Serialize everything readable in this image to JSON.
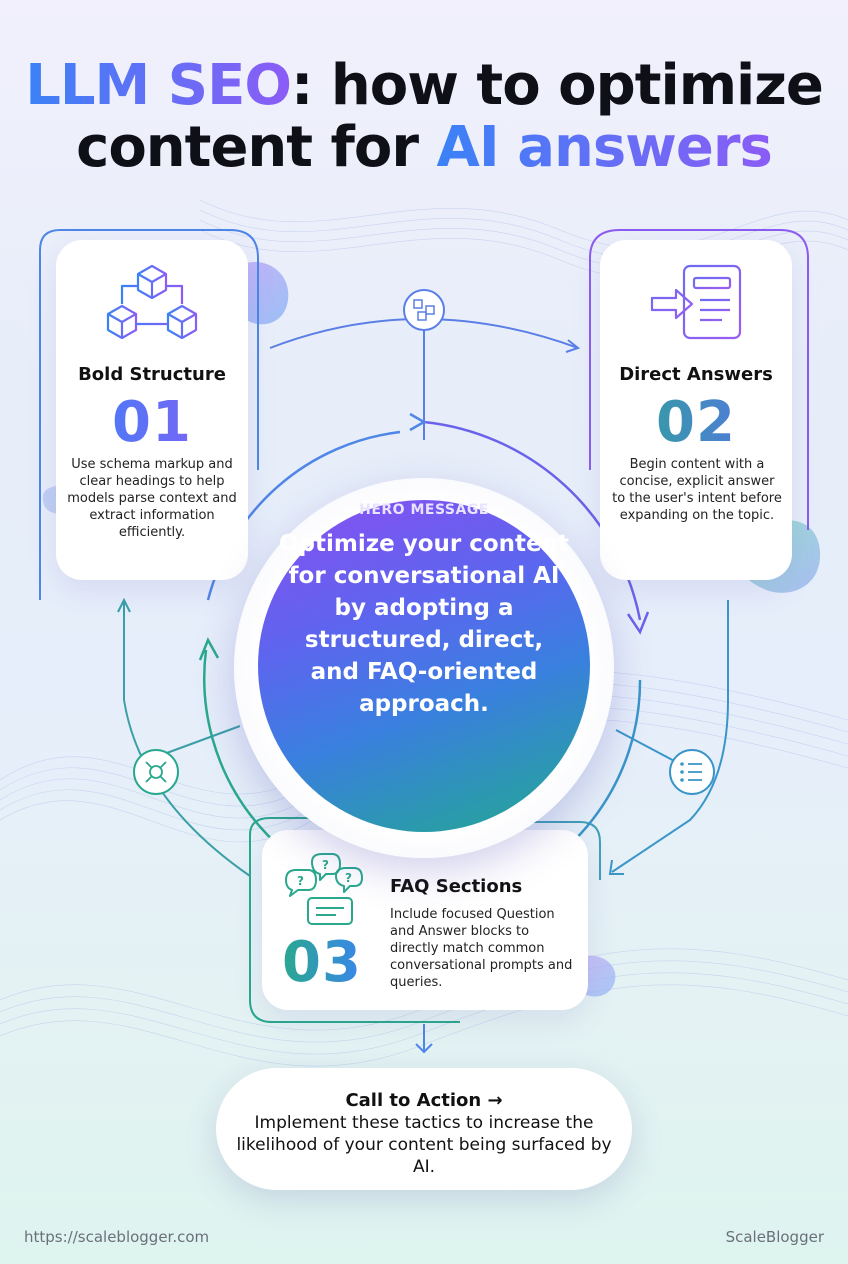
{
  "title": {
    "line1_highlight": "LLM SEO",
    "line1_rest": ": how to optimize",
    "line2_plain": "content for ",
    "line2_highlight": "AI answers"
  },
  "steps": [
    {
      "title": "Bold Structure",
      "number": "01",
      "text": "Use schema markup and clear headings to help models parse context and extract information efficiently.",
      "icon": "cubes-structure-icon"
    },
    {
      "title": "Direct Answers",
      "number": "02",
      "text": "Begin content with a concise, explicit answer to the user's intent before expanding on the topic.",
      "icon": "document-arrow-icon"
    },
    {
      "title": "FAQ Sections",
      "number": "03",
      "text": "Include focused Question and Answer blocks to directly match common conversational prompts and queries.",
      "icon": "question-bubbles-icon"
    }
  ],
  "hero": {
    "label": "HERO MESSAGE",
    "text": "Optimize your content for conversational AI by adopting a structured, direct, and FAQ-oriented approach."
  },
  "cta": {
    "title": "Call to Action →",
    "text": "Implement these tactics to increase the likelihood of your content being surfaced by AI."
  },
  "footer": {
    "url": "https://scaleblogger.com",
    "brand": "ScaleBlogger"
  },
  "colors": {
    "blue": "#3b82f6",
    "purple": "#8b5cf6",
    "teal": "#2aa88e"
  }
}
